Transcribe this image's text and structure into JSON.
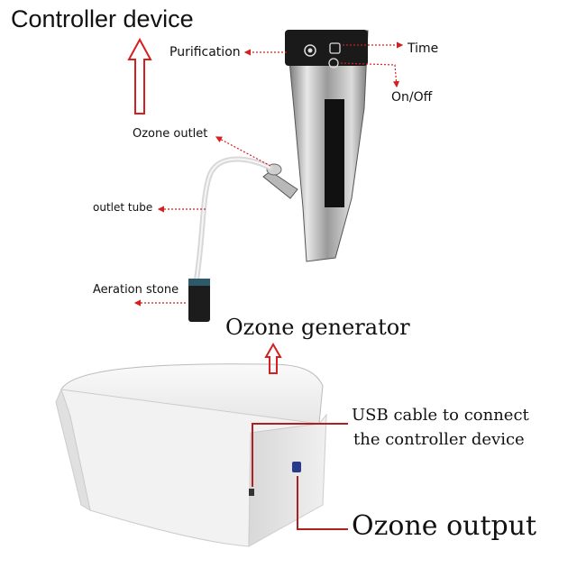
{
  "labels": {
    "controller_device": "Controller device",
    "purification": "Purification",
    "time": "Time",
    "on_off": "On/Off",
    "ozone_outlet": "Ozone outlet",
    "outlet_tube": "outlet tube",
    "aeration_stone": "Aeration stone",
    "ozone_generator": "Ozone generator",
    "usb_cable_line1": "USB cable to connect",
    "usb_cable_line2": "the controller device",
    "ozone_output": "Ozone output"
  },
  "colors": {
    "arrow_red": "#d42020",
    "leader_red": "#b02020",
    "device_body": "#f2f2f2"
  }
}
